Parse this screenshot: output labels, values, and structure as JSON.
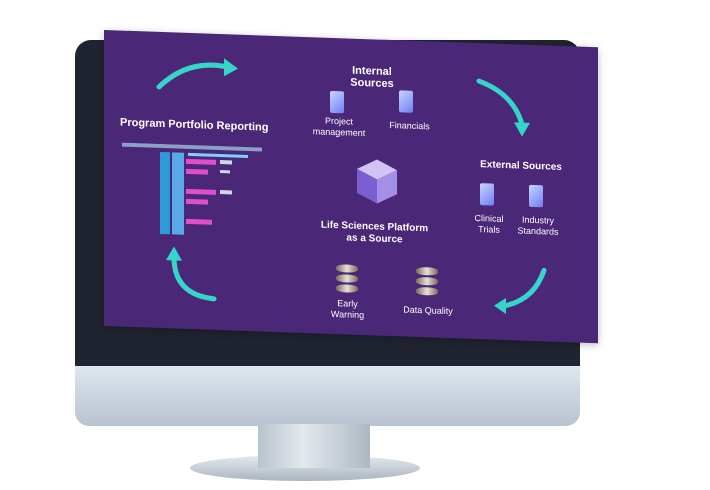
{
  "internal_sources": {
    "title": "Internal Sources",
    "items": [
      "Project\nmanagement",
      "Financials"
    ]
  },
  "external_sources": {
    "title": "External Sources",
    "items": [
      "Clinical\nTrials",
      "Industry\nStandards"
    ]
  },
  "left_panel": {
    "title": "Program Portfolio Reporting"
  },
  "center": {
    "title": "Life Sciences Platform\nas a Source"
  },
  "bottom_items": [
    "Early\nWarning",
    "Data Quality"
  ],
  "colors": {
    "screen_bg": "#4a2877",
    "arrow": "#35d6c8",
    "icon_blue": "#6f7ff2"
  }
}
